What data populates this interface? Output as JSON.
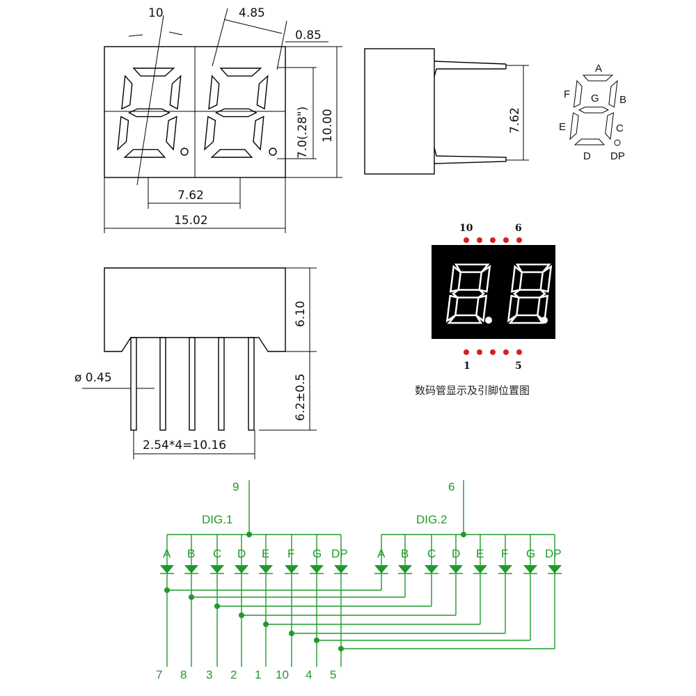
{
  "front_view": {
    "dim_angle": "10",
    "dim_segment_width": "4.85",
    "dim_segment_thickness": "0.85",
    "dim_digit_height": "7.0(.28\")",
    "dim_body_height": "10.00",
    "dim_digit_pitch": "7.62",
    "dim_body_width": "15.02"
  },
  "side_view": {
    "dim_pin_spacing": "7.62"
  },
  "segment_legend": [
    "A",
    "B",
    "C",
    "D",
    "E",
    "F",
    "G",
    "DP"
  ],
  "bottom_view": {
    "dim_body_height": "6.10",
    "dim_pin_length": "6.2±0.5",
    "dim_pin_diameter": "ø 0.45",
    "dim_pin_span": "2.54*4=10.16"
  },
  "display": {
    "top_pin_labels": [
      "10",
      "6"
    ],
    "bottom_pin_labels": [
      "1",
      "5"
    ],
    "caption": "数码管显示及引脚位置图",
    "pin_dot_color": "#d42020",
    "panel_color": "#000000",
    "segment_color": "#ffffff"
  },
  "schematic": {
    "color": "#1f9a2a",
    "common_pins": [
      "9",
      "6"
    ],
    "digit_labels": [
      "DIG.1",
      "DIG.2"
    ],
    "segment_labels": [
      "A",
      "B",
      "C",
      "D",
      "E",
      "F",
      "G",
      "DP"
    ],
    "bottom_pins": [
      "7",
      "8",
      "3",
      "2",
      "1",
      "10",
      "4",
      "5"
    ]
  }
}
